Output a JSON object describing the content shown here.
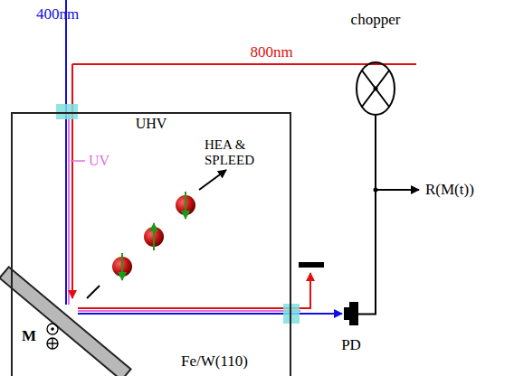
{
  "diagram": {
    "nodes": [
      {
        "text": [
          "UHV"
        ]
      },
      {
        "text": [
          "chopper"
        ]
      },
      {
        "text": [
          "PD"
        ]
      }
    ],
    "edges": [
      {
        "from": 2,
        "to": 1,
        "arrow": "none"
      }
    ],
    "labels": [
      "400nm",
      "800nm",
      "UV",
      "HEA & SPLEED",
      "R(M(t))",
      "M",
      "Fe/W(110)"
    ]
  }
}
